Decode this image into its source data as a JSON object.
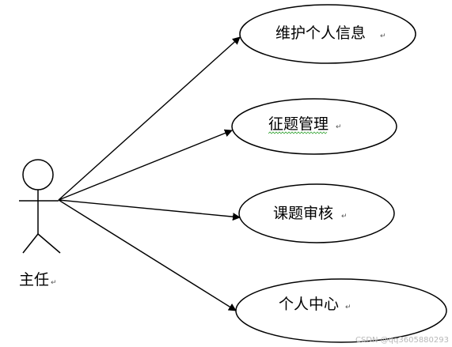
{
  "actor": {
    "label": "主任"
  },
  "use_cases": [
    {
      "label": "维护个人信息"
    },
    {
      "label": "征题管理"
    },
    {
      "label": "课题审核"
    },
    {
      "label": "个人中心"
    }
  ],
  "paragraph_mark": "↵",
  "watermark": "CSDN @qq3605880293",
  "colors": {
    "stroke": "#000000",
    "background": "#ffffff",
    "spellcheck": "#3aa63a"
  }
}
